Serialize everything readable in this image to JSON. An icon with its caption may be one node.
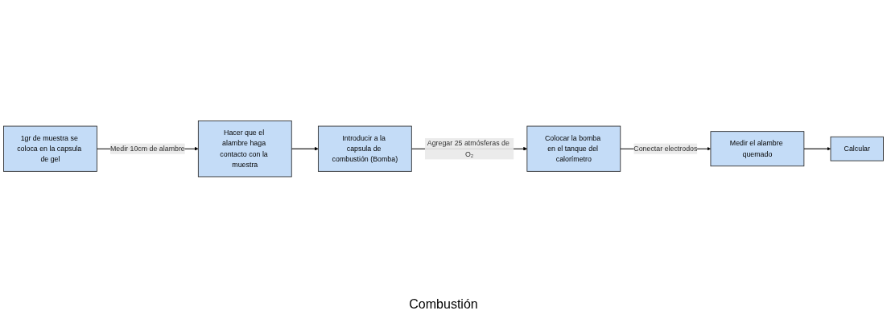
{
  "diagram": {
    "nodes": [
      {
        "text": [
          "1gr de muestra se coloca en la capsula de gel"
        ]
      },
      {
        "text": [
          "Hacer que el alambre haga contacto con la muestra"
        ]
      },
      {
        "text": [
          "Introducir a la capsula de combustión (Bomba)"
        ]
      },
      {
        "text": [
          "Colocar la bomba en el tanque del calorímetro"
        ]
      },
      {
        "text": [
          "Medir el alambre quemado"
        ]
      },
      {
        "text": [
          "Calcular"
        ]
      }
    ],
    "edges": [
      {
        "from": 0,
        "to": 1,
        "arrow": "to",
        "label": "Medir 10cm de alambre"
      },
      {
        "from": 1,
        "to": 2,
        "arrow": "to"
      },
      {
        "from": 2,
        "to": 3,
        "arrow": "to",
        "label": "Agregar 25 atmósferas de O₂"
      },
      {
        "from": 3,
        "to": 4,
        "arrow": "to",
        "label": "Conectar electrodos"
      },
      {
        "from": 4,
        "to": 5,
        "arrow": "to"
      }
    ],
    "labels": [
      "Combustión"
    ]
  }
}
